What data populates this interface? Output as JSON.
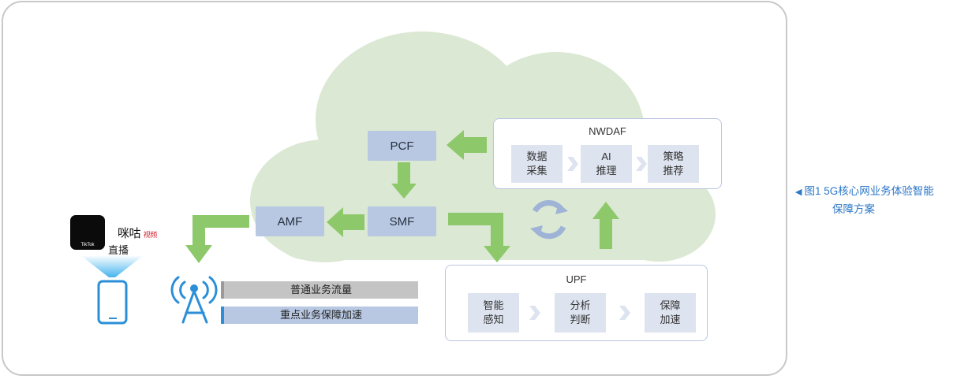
{
  "caption": {
    "marker": "◀",
    "line1": "图1  5G核心网业务体验智能",
    "line2": "保障方案"
  },
  "nodes": {
    "pcf": "PCF",
    "smf": "SMF",
    "amf": "AMF"
  },
  "nwdaf": {
    "title": "NWDAF",
    "steps": [
      {
        "l1": "数据",
        "l2": "采集"
      },
      {
        "l1": "AI",
        "l2": "推理"
      },
      {
        "l1": "策略",
        "l2": "推荐"
      }
    ]
  },
  "upf": {
    "title": "UPF",
    "steps": [
      {
        "l1": "智能",
        "l2": "感知"
      },
      {
        "l1": "分析",
        "l2": "判断"
      },
      {
        "l1": "保障",
        "l2": "加速"
      }
    ]
  },
  "traffic": {
    "normal": "普通业务流量",
    "priority": "重点业务保障加速"
  },
  "apps": {
    "tiktok": "TikTok",
    "migu": "咪咕",
    "migu_sub": "视频",
    "live": "直播"
  },
  "colors": {
    "cloud": "#dbe8d3",
    "arrow": "#8dc86a",
    "node": "#b8c8e2",
    "step": "#dde3ef",
    "device": "#2a8fd8",
    "caption": "#2e78c8"
  }
}
